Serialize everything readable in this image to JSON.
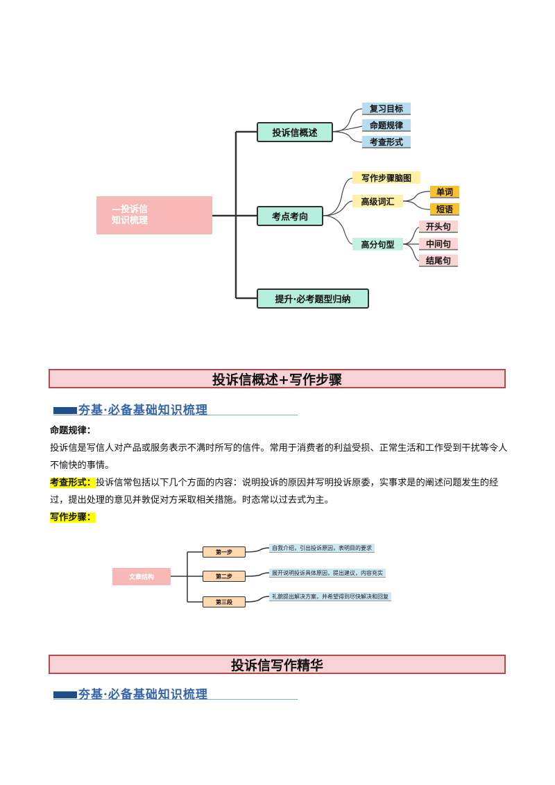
{
  "mindmap": {
    "root": [
      "—投诉信",
      "知识梳理"
    ],
    "overview": {
      "label": "投诉信概述",
      "leaves": [
        "复习目标",
        "命题规律",
        "考查形式"
      ]
    },
    "focus": {
      "label": "考点考向",
      "mindmap_label": "写作步骤脑图",
      "vocab": {
        "label": "高级词汇",
        "leaves": [
          "单词",
          "短语"
        ]
      },
      "sentence": {
        "label": "高分句型",
        "leaves": [
          "开头句",
          "中间句",
          "结尾句"
        ]
      }
    },
    "improve": {
      "label": "提升·必考题型归纳"
    }
  },
  "section1": {
    "title": "投诉信概述+写作步骤",
    "subheading": "夯基·必备基础知识梳理",
    "rule_label": "命题规律：",
    "rule_text": "投诉信是写信人对产品或服务表示不满时所写的信件。常用于消费者的利益受损、正常生活和工作受到干扰等令人不愉快的事情。",
    "form_label": "考查形式：",
    "form_text": "投诉信常包括以下几个方面的内容：说明投诉的原因并写明投诉原委，实事求是的阐述问题发生的经过，提出处理的意见并敦促对方采取相关措施。时态常以过去式为主。",
    "steps_label": "写作步骤："
  },
  "structure": {
    "root": "文章结构",
    "steps": [
      {
        "label": "第一步",
        "desc": "自我介绍，引出投诉原因，表明目的要求"
      },
      {
        "label": "第二步",
        "desc": "展开说明投诉具体原因，提出建议，内容充实"
      },
      {
        "label": "第三段",
        "desc": "礼貌提出解决方案，并希望得到尽快解决和回复"
      }
    ]
  },
  "section2": {
    "title": "投诉信写作精华",
    "subheading": "夯基·必备基础知识梳理"
  }
}
